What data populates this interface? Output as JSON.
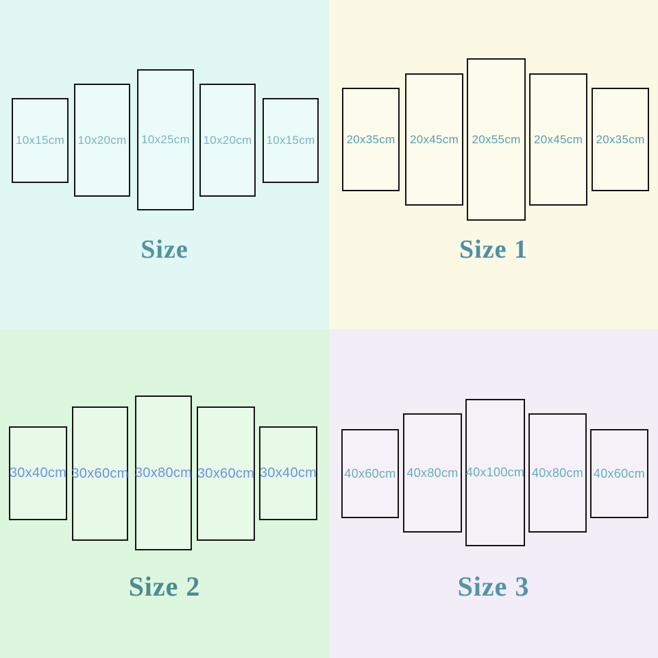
{
  "quadrants": [
    {
      "id": "size",
      "title": "Size",
      "panels": [
        "10x15cm",
        "10x20cm",
        "10x25cm",
        "10x20cm",
        "10x15cm"
      ],
      "colors": {
        "background": "#e0f7f4",
        "panel_fill": "#ebfbf9",
        "label": "#7ab5c2",
        "title": "#54919e"
      }
    },
    {
      "id": "size-1",
      "title": "Size 1",
      "panels": [
        "20x35cm",
        "20x45cm",
        "20x55cm",
        "20x45cm",
        "20x35cm"
      ],
      "colors": {
        "background": "#fbf8e4",
        "panel_fill": "#fdfbec",
        "label": "#55a0af",
        "title": "#4d90a6"
      }
    },
    {
      "id": "size-2",
      "title": "Size 2",
      "panels": [
        "30x40cm",
        "30x60cm",
        "30x80cm",
        "30x60cm",
        "30x40cm"
      ],
      "colors": {
        "background": "#ddf6de",
        "panel_fill": "#e7fae7",
        "label": "#6e90e2",
        "title": "#4d8a93"
      }
    },
    {
      "id": "size-3",
      "title": "Size 3",
      "panels": [
        "40x60cm",
        "40x80cm",
        "40x100cm",
        "40x80cm",
        "40x60cm"
      ],
      "colors": {
        "background": "#f2edf7",
        "panel_fill": "#f6f1f9",
        "label": "#67adbb",
        "title": "#5495a4"
      }
    }
  ],
  "panel_border_color": "#141414"
}
